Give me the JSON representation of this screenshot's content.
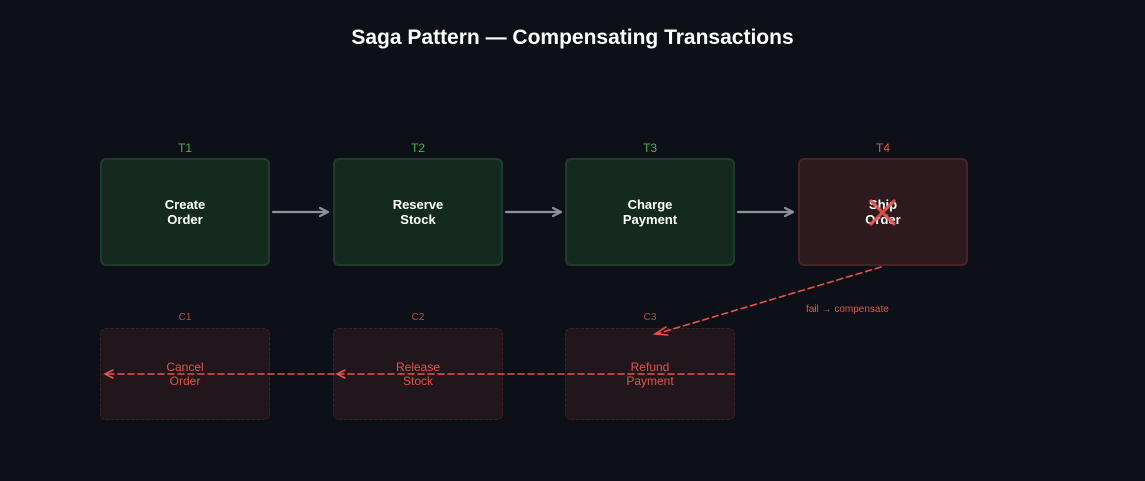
{
  "title": "Saga Pattern — Compensating Transactions",
  "transactions": [
    {
      "tag": "T1",
      "line1": "Create",
      "line2": "Order"
    },
    {
      "tag": "T2",
      "line1": "Reserve",
      "line2": "Stock"
    },
    {
      "tag": "T3",
      "line1": "Charge",
      "line2": "Payment"
    },
    {
      "tag": "T4",
      "line1": "Ship",
      "line2": "Order"
    }
  ],
  "compensations": [
    {
      "tag": "C1",
      "line1": "Cancel",
      "line2": "Order"
    },
    {
      "tag": "C2",
      "line1": "Release",
      "line2": "Stock"
    },
    {
      "tag": "C3",
      "line1": "Refund",
      "line2": "Payment"
    }
  ],
  "failure_note": "fail → compensate",
  "colors": {
    "success": "#3fb950",
    "failure": "#e5534b",
    "arrow": "#8b949e"
  }
}
